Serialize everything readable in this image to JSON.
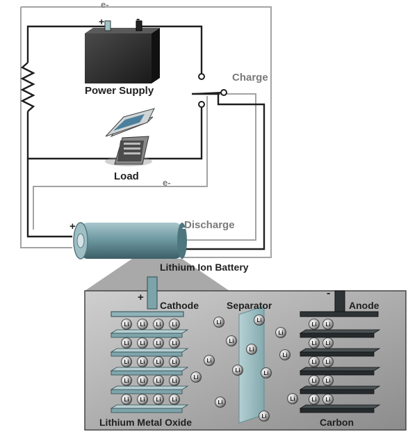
{
  "labels": {
    "electron_top": "e-",
    "power_supply": "Power Supply",
    "charge": "Charge",
    "load": "Load",
    "electron_mid": "e-",
    "discharge": "Discharge",
    "battery": "Lithium Ion Battery",
    "cathode": "Cathode",
    "separator": "Separator",
    "anode": "Anode",
    "lithium_metal_oxide": "Lithium Metal Oxide",
    "carbon": "Carbon",
    "plus": "+",
    "minus": "-",
    "li": "Li"
  },
  "colors": {
    "wire_dark": "#1e1e1e",
    "wire_light": "#9a9a9a",
    "battery": "#6f9aa3",
    "panel": "#b9b9b9",
    "plate_light": "#8fb3b8",
    "plate_dark": "#2e3436"
  },
  "icons": [
    "resistor-icon",
    "power-supply-icon",
    "phone-icon",
    "switch-icon",
    "battery-icon"
  ]
}
